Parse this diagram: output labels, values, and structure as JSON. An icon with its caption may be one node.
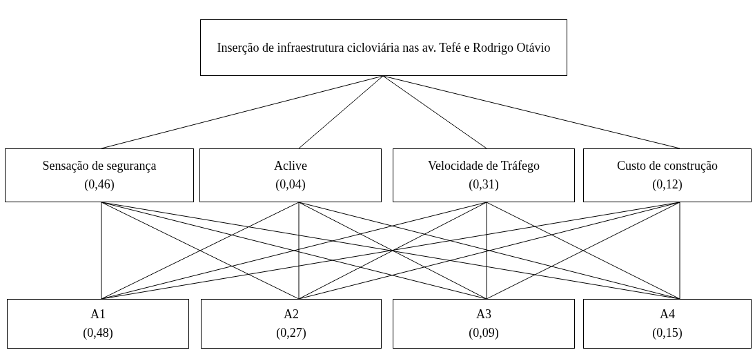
{
  "diagram": {
    "nodes": [
      {
        "text": [
          "Inserção de infraestrutura cicloviária nas av. Tefé e Rodrigo Otávio"
        ]
      },
      {
        "text": [
          "Sensação de segurança",
          "(0,46)"
        ]
      },
      {
        "text": [
          "Aclive",
          "(0,04)"
        ]
      },
      {
        "text": [
          "Velocidade de Tráfego",
          "(0,31)"
        ]
      },
      {
        "text": [
          "Custo de construção",
          "(0,12)"
        ]
      },
      {
        "text": [
          "A1",
          "(0,48)"
        ]
      },
      {
        "text": [
          "A2",
          "(0,27)"
        ]
      },
      {
        "text": [
          "A3",
          "(0,09)"
        ]
      },
      {
        "text": [
          "A4",
          "(0,15)"
        ]
      }
    ],
    "edges": [
      {
        "from": 0,
        "to": 1,
        "arrow": "none"
      },
      {
        "from": 0,
        "to": 2,
        "arrow": "none"
      },
      {
        "from": 0,
        "to": 3,
        "arrow": "none"
      },
      {
        "from": 0,
        "to": 4,
        "arrow": "none"
      },
      {
        "from": 1,
        "to": 5,
        "arrow": "none"
      },
      {
        "from": 1,
        "to": 6,
        "arrow": "none"
      },
      {
        "from": 1,
        "to": 7,
        "arrow": "none"
      },
      {
        "from": 1,
        "to": 8,
        "arrow": "none"
      },
      {
        "from": 2,
        "to": 5,
        "arrow": "none"
      },
      {
        "from": 2,
        "to": 6,
        "arrow": "none"
      },
      {
        "from": 2,
        "to": 7,
        "arrow": "none"
      },
      {
        "from": 2,
        "to": 8,
        "arrow": "none"
      },
      {
        "from": 3,
        "to": 5,
        "arrow": "none"
      },
      {
        "from": 3,
        "to": 6,
        "arrow": "none"
      },
      {
        "from": 3,
        "to": 7,
        "arrow": "none"
      },
      {
        "from": 3,
        "to": 8,
        "arrow": "none"
      },
      {
        "from": 4,
        "to": 5,
        "arrow": "none"
      },
      {
        "from": 4,
        "to": 6,
        "arrow": "none"
      },
      {
        "from": 4,
        "to": 7,
        "arrow": "none"
      },
      {
        "from": 4,
        "to": 8,
        "arrow": "none"
      }
    ]
  }
}
